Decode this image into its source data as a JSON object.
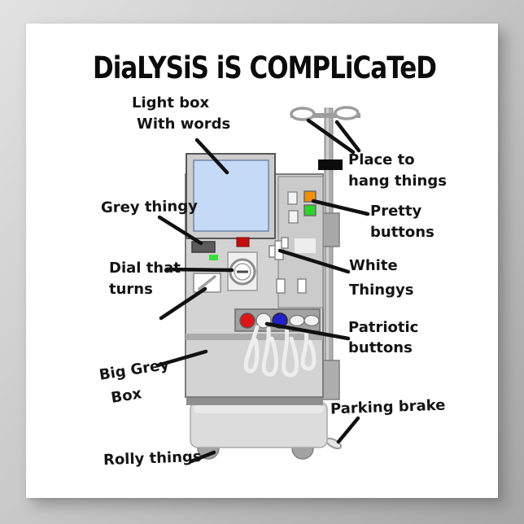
{
  "title": "DiaLYSiS iS COMPLiCaTeD",
  "labels": {
    "light_box": [
      "Light box",
      "With words"
    ],
    "grey_thingy": [
      "Grey thingy"
    ],
    "dial_that_turns": [
      "Dial that",
      "turns"
    ],
    "big_grey_box": [
      "Big Grey",
      "Box"
    ],
    "rolly_things": [
      "Rolly things"
    ],
    "place_to_hang": [
      "Place to",
      "hang things"
    ],
    "pretty_buttons": [
      "Pretty",
      "buttons"
    ],
    "white_thingys": [
      "White",
      "Thingys"
    ],
    "patriotic_buttons": [
      "Patriotic",
      "buttons"
    ],
    "parking_brake": [
      "Parking brake"
    ]
  },
  "colors": {
    "screen_blue": "#c5daf6",
    "orange_button": "#f29100",
    "green_button": "#2bd32b",
    "indicator_red": "#c40f0f",
    "indicator_green": "#35e235",
    "round_red": "#e01414",
    "round_blue": "#2020cc",
    "dark_grey_button": "#5c5c5c",
    "machine_body": "#d3d3d3",
    "poster_white": "#ffffff",
    "arrow_black": "#111111"
  }
}
